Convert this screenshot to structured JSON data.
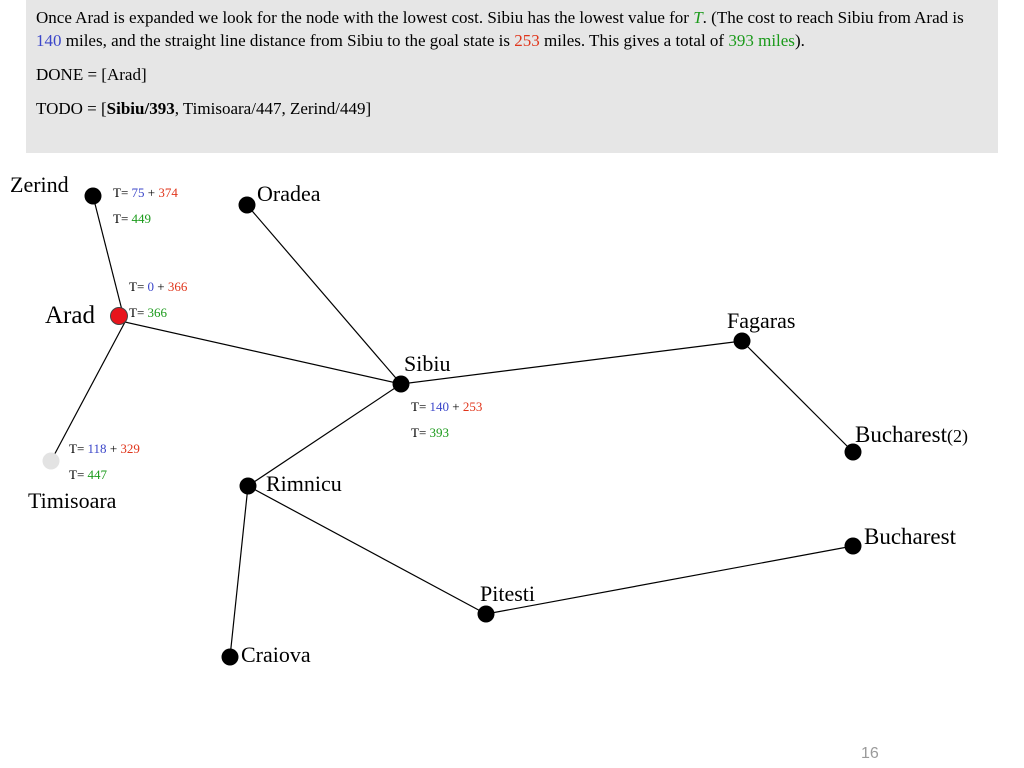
{
  "text": {
    "para1": {
      "s1": "Once Arad is expanded we look for the node with the lowest cost. Sibiu has the lowest value for ",
      "t": "T",
      "s2": ". (The cost to reach Sibiu from Arad is ",
      "g": "140",
      "s3": " miles, and the straight line distance from Sibiu to the goal state is ",
      "h": "253",
      "s4": " miles. This gives a total of ",
      "total": "393 miles",
      "s5": ")."
    },
    "done": "DONE = [Arad]",
    "todo": {
      "prefix": "TODO = [",
      "bold": "Sibiu/393",
      "rest": ", Timisoara/447, Zerind/449]"
    }
  },
  "graph": {
    "nodes": [
      {
        "id": "zerind",
        "label": "Zerind",
        "state": "frontier"
      },
      {
        "id": "oradea",
        "label": "Oradea",
        "state": "unvisited"
      },
      {
        "id": "arad",
        "label": "Arad",
        "state": "expanded"
      },
      {
        "id": "timisoara",
        "label": "Timisoara",
        "state": "faded"
      },
      {
        "id": "sibiu",
        "label": "Sibiu",
        "state": "frontier"
      },
      {
        "id": "fagaras",
        "label": "Fagaras",
        "state": "unvisited"
      },
      {
        "id": "bucharest2",
        "label": "Bucharest",
        "suffix": "(2)",
        "state": "unvisited"
      },
      {
        "id": "rimnicu",
        "label": "Rimnicu",
        "state": "unvisited"
      },
      {
        "id": "bucharest",
        "label": "Bucharest",
        "state": "unvisited"
      },
      {
        "id": "pitesti",
        "label": "Pitesti",
        "state": "unvisited"
      },
      {
        "id": "craiova",
        "label": "Craiova",
        "state": "unvisited"
      }
    ],
    "edges": [
      [
        "zerind",
        "arad"
      ],
      [
        "arad",
        "sibiu"
      ],
      [
        "arad",
        "timisoara"
      ],
      [
        "oradea",
        "sibiu"
      ],
      [
        "sibiu",
        "fagaras"
      ],
      [
        "fagaras",
        "bucharest2"
      ],
      [
        "sibiu",
        "rimnicu"
      ],
      [
        "rimnicu",
        "pitesti"
      ],
      [
        "rimnicu",
        "craiova"
      ],
      [
        "pitesti",
        "bucharest"
      ]
    ],
    "annotations": [
      {
        "node": "zerind",
        "prefix": "T= ",
        "g": "75",
        "plus": " + ",
        "h": "374",
        "total_prefix": "T= ",
        "total": "449"
      },
      {
        "node": "arad",
        "prefix": "T= ",
        "g": "0",
        "plus": " + ",
        "h": "366",
        "total_prefix": "T= ",
        "total": "366"
      },
      {
        "node": "sibiu",
        "prefix": "T= ",
        "g": "140",
        "plus": " + ",
        "h": "253",
        "total_prefix": "T= ",
        "total": "393"
      },
      {
        "node": "timisoara",
        "prefix": "T= ",
        "g": "118",
        "plus": " + ",
        "h": "329",
        "total_prefix": "T= ",
        "total": "447"
      }
    ]
  },
  "colors": {
    "g_cost": "#3b46c9",
    "h_cost": "#e0351b",
    "total": "#1a9a1a",
    "node": "#000000",
    "expanded": "#e8141c",
    "faded": "#e3e3e3",
    "panel": "#e6e6e6"
  },
  "footer": {
    "page_number": "16"
  }
}
